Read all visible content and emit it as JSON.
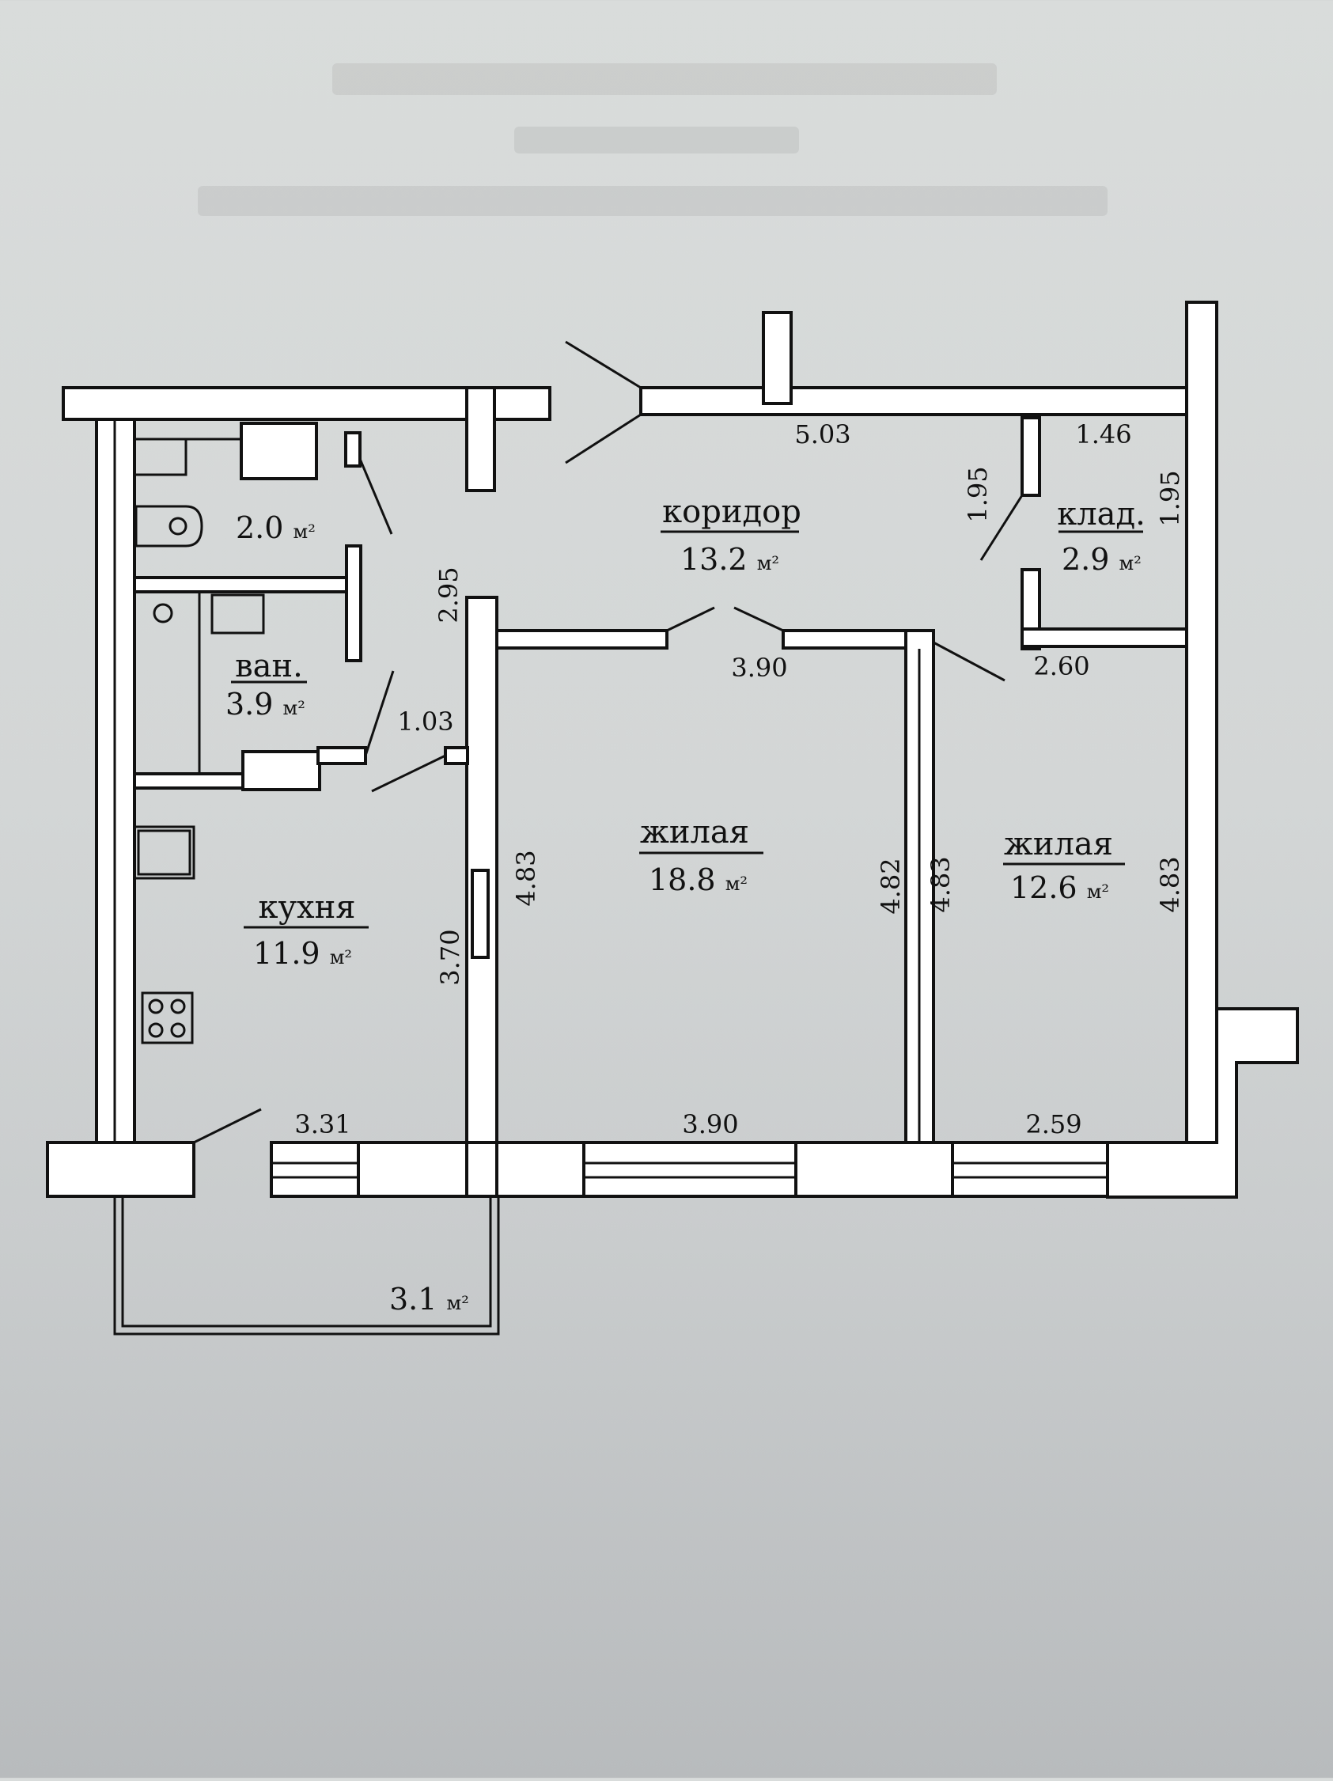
{
  "rooms": {
    "toilet": {
      "area": "2.0",
      "unit": "м²"
    },
    "bath": {
      "name": "ван.",
      "area": "3.9",
      "unit": "м²"
    },
    "corridor": {
      "name": "коридор",
      "area": "13.2",
      "unit": "м²"
    },
    "storage": {
      "name": "клад.",
      "area": "2.9",
      "unit": "м²"
    },
    "kitchen": {
      "name": "кухня",
      "area": "11.9",
      "unit": "м²"
    },
    "living1": {
      "name": "жилая",
      "area": "18.8",
      "unit": "м²"
    },
    "living2": {
      "name": "жилая",
      "area": "12.6",
      "unit": "м²"
    },
    "balcony": {
      "area": "3.1",
      "unit": "м²"
    }
  },
  "dimensions": {
    "corridor_top": "5.03",
    "storage_top": "1.46",
    "storage_left": "1.95",
    "storage_right": "1.95",
    "bath_partition": "2.95",
    "corridor_mid": "3.90",
    "storage_bottom": "2.60",
    "bath_door": "1.03",
    "living1_left": "4.83",
    "kitchen_right": "3.70",
    "living1_right": "4.82",
    "living2_left": "4.83",
    "living2_right": "4.83",
    "kitchen_bottom": "3.31",
    "living1_bottom": "3.90",
    "living2_bottom": "2.59"
  }
}
